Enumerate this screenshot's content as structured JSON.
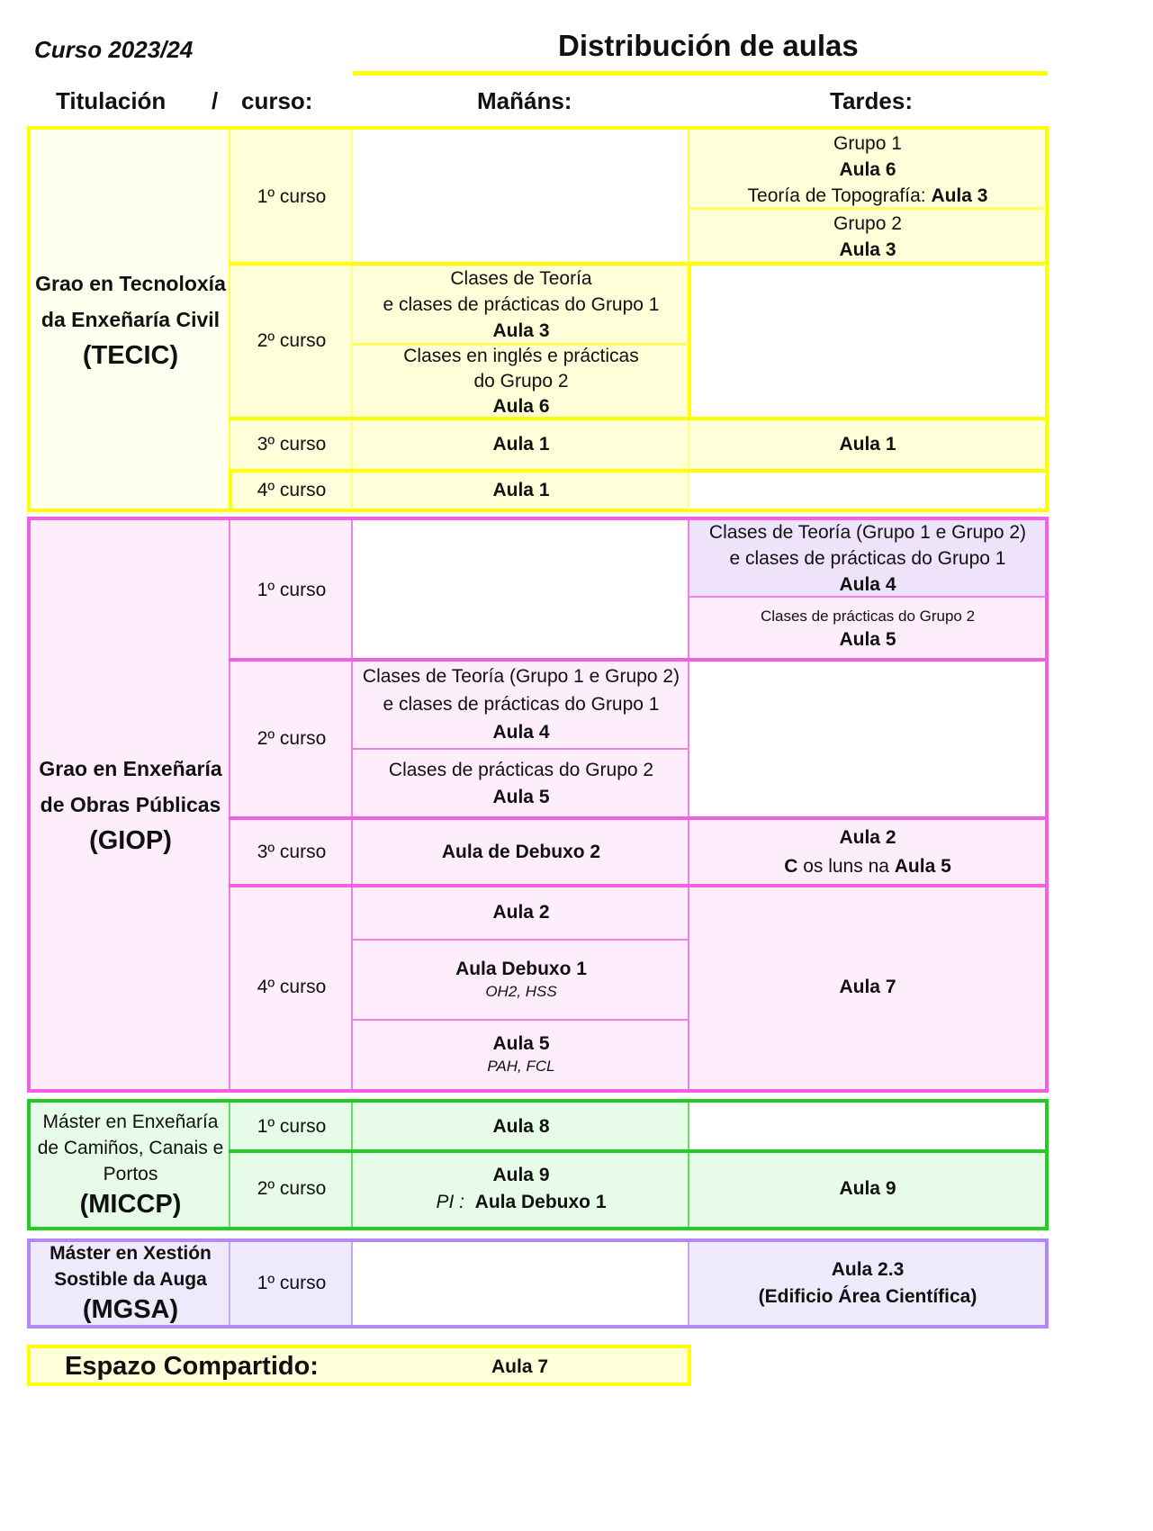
{
  "header": {
    "curso": "Curso 2023/24",
    "title": "Distribución de aulas",
    "col_titulacion": "Titulación",
    "col_slash": "/",
    "col_curso": "curso:",
    "col_mananas": "Mañáns:",
    "col_tardes": "Tardes:"
  },
  "colors": {
    "tecic": "#ffff00",
    "giop": "#f060e0",
    "miccp": "#22cc22",
    "mgsa": "#b388f0"
  },
  "tecic": {
    "name1": "Grao en Tecnoloxía",
    "name2": "da Enxeñaría Civil",
    "abbr": "(TECIC)",
    "c1": {
      "label": "1º curso",
      "t_g1": "Grupo 1",
      "t_g1_aula": "Aula 6",
      "t_g1_topo": "Teoría de Topografía: ",
      "t_g1_topo_aula": "Aula 3",
      "t_g2": "Grupo 2",
      "t_g2_aula": "Aula 3"
    },
    "c2": {
      "label": "2º curso",
      "m_a1": "Clases de Teoría",
      "m_a2": "e clases de prácticas do Grupo 1",
      "m_a3": "Aula 3",
      "m_b1": "Clases en inglés e prácticas",
      "m_b2": "do Grupo 2",
      "m_b3": "Aula 6"
    },
    "c3": {
      "label": "3º curso",
      "m": "Aula 1",
      "t": "Aula 1"
    },
    "c4": {
      "label": "4º curso",
      "m": "Aula 1"
    }
  },
  "giop": {
    "name1": "Grao en Enxeñaría",
    "name2": "de Obras Públicas",
    "abbr": "(GIOP)",
    "c1": {
      "label": "1º curso",
      "t_a1": "Clases de Teoría (Grupo 1 e Grupo 2)",
      "t_a2": "e clases de prácticas do Grupo 1",
      "t_a3": "Aula 4",
      "t_b1": "Clases de prácticas do Grupo 2",
      "t_b2": "Aula 5"
    },
    "c2": {
      "label": "2º curso",
      "m_a1": "Clases de Teoría (Grupo 1 e Grupo 2)",
      "m_a2": "e clases de prácticas do Grupo 1",
      "m_a3": "Aula 4",
      "m_b1": "Clases de prácticas do Grupo 2",
      "m_b2": "Aula 5"
    },
    "c3": {
      "label": "3º curso",
      "m": "Aula de Debuxo 2",
      "t1": "Aula 2",
      "t2_c": "C",
      "t2_mid": " os luns na ",
      "t2_aula": "Aula 5"
    },
    "c4": {
      "label": "4º curso",
      "m_a": "Aula 2",
      "m_b1": "Aula Debuxo 1",
      "m_b2": "OH2, HSS",
      "m_c1": "Aula 5",
      "m_c2": "PAH,  FCL",
      "t": "Aula 7"
    }
  },
  "miccp": {
    "name1": "Máster en Enxeñaría",
    "name2": "de Camiños, Canais e",
    "name3": "Portos",
    "abbr": "(MICCP)",
    "c1": {
      "label": "1º curso",
      "m": "Aula 8"
    },
    "c2": {
      "label": "2º curso",
      "m1": "Aula 9",
      "m2_pi": "PI :",
      "m2_aula": "Aula Debuxo 1",
      "t": "Aula 9"
    }
  },
  "mgsa": {
    "name1": "Máster en Xestión",
    "name2": "Sostible da Auga",
    "abbr": "(MGSA)",
    "c1": {
      "label": "1º curso",
      "t1": "Aula 2.3",
      "t2": "(Edificio Área Científica)"
    }
  },
  "shared": {
    "label": "Espazo Compartido:",
    "value": "Aula 7"
  }
}
